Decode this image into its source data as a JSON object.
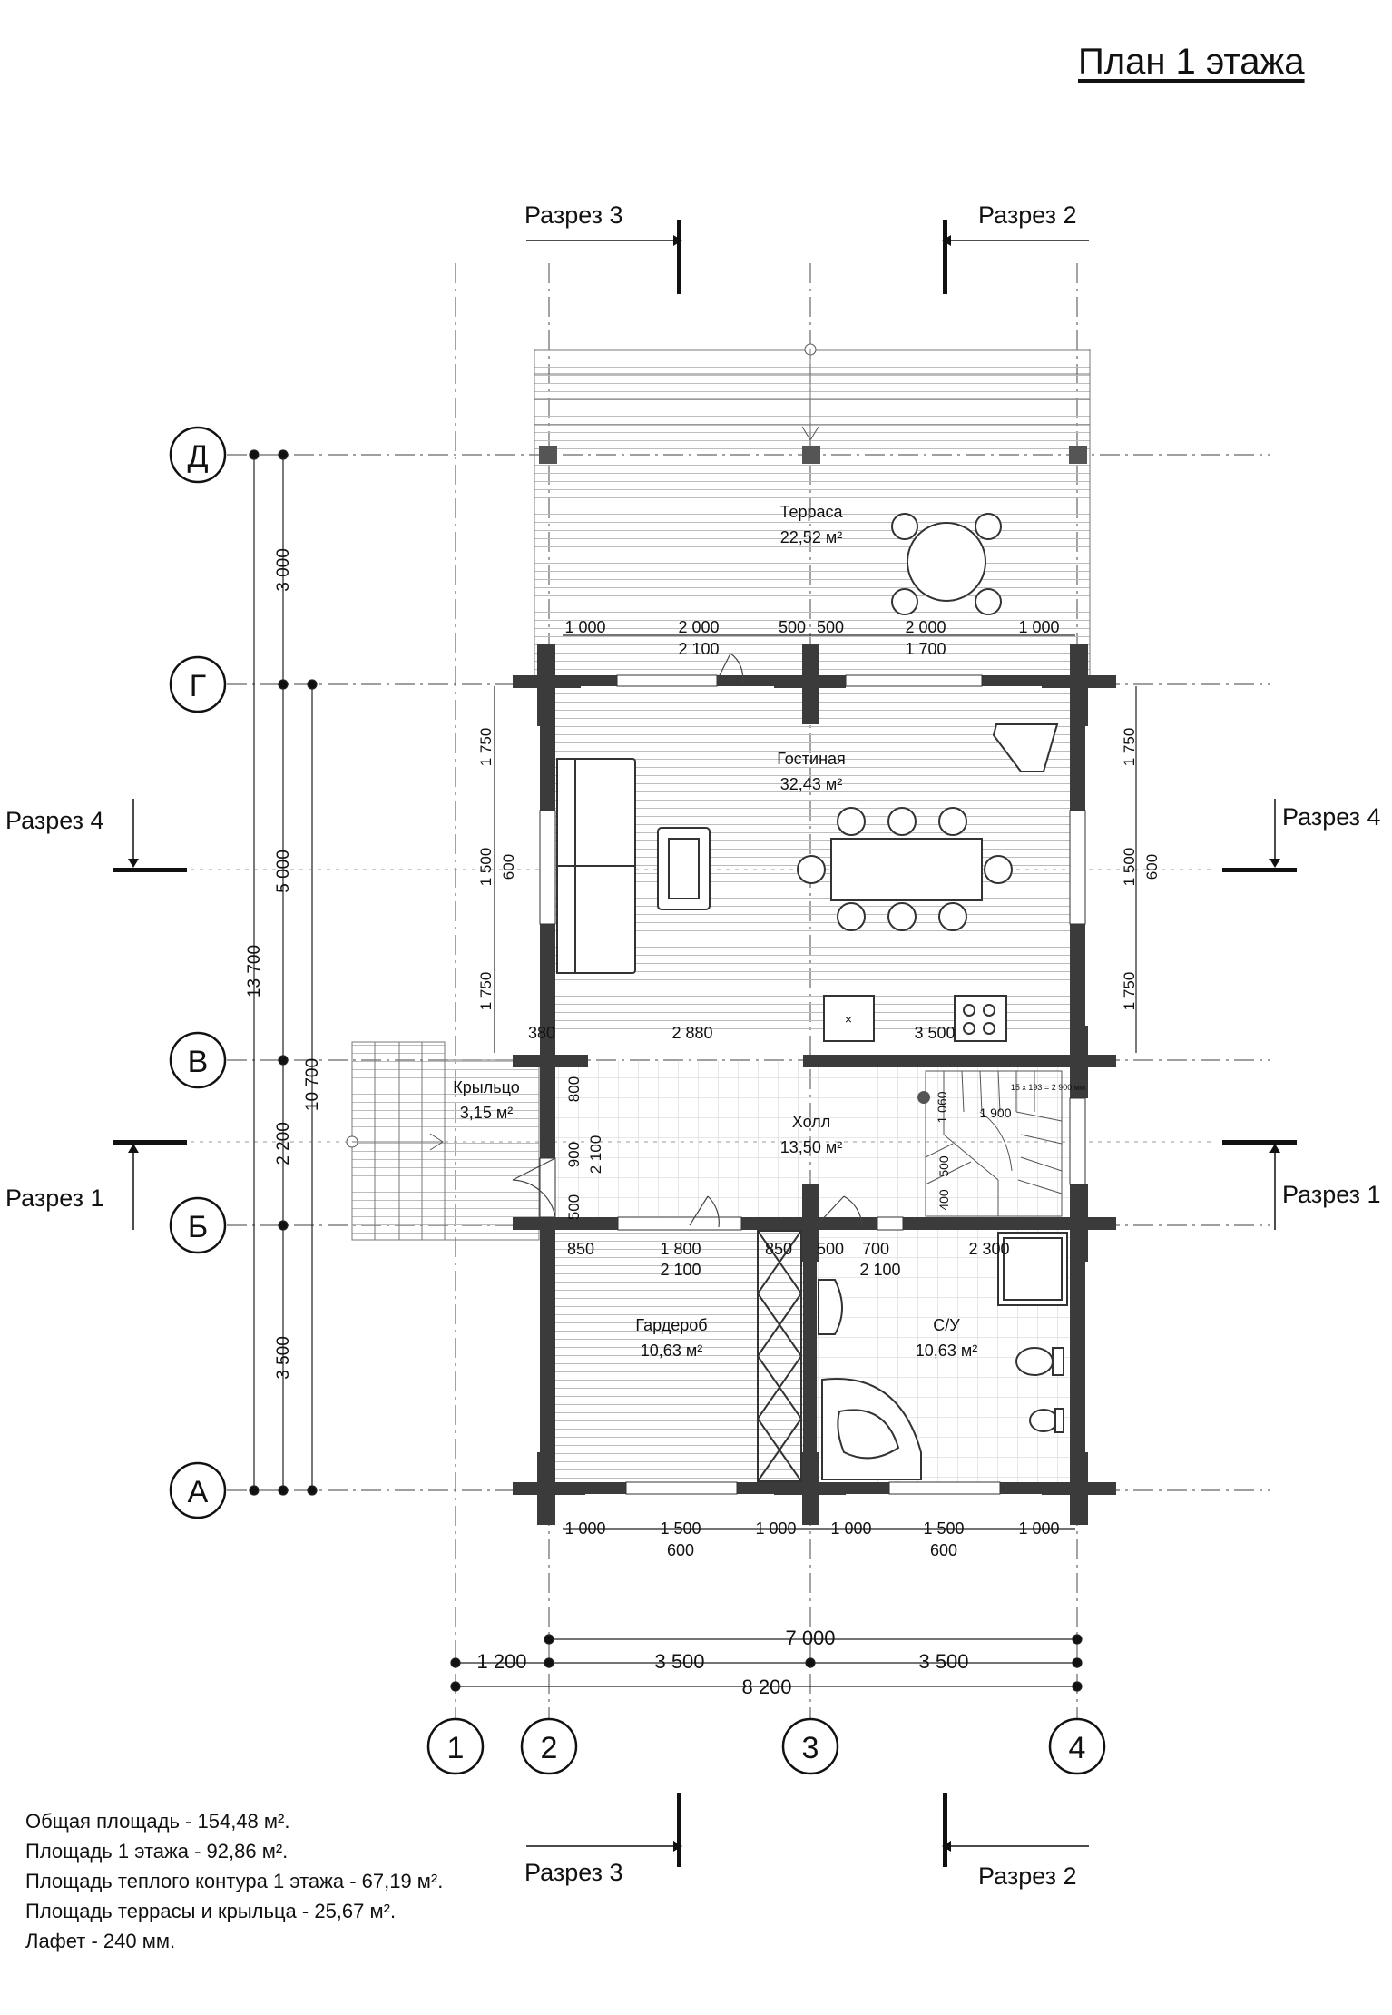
{
  "title": "План 1 этажа",
  "sections": {
    "s3": "Разрез 3",
    "s2": "Разрез 2",
    "s4": "Разрез 4",
    "s1": "Разрез 1"
  },
  "axes": {
    "rows": [
      "Д",
      "Г",
      "В",
      "Б",
      "А"
    ],
    "cols": [
      "1",
      "2",
      "3",
      "4"
    ]
  },
  "rooms": {
    "terrace": {
      "name": "Терраса",
      "area": "22,52 м²"
    },
    "living": {
      "name": "Гостиная",
      "area": "32,43 м²"
    },
    "porch": {
      "name": "Крыльцо",
      "area": "3,15 м²"
    },
    "hall": {
      "name": "Холл",
      "area": "13,50 м²"
    },
    "wardrobe": {
      "name": "Гардероб",
      "area": "10,63 м²"
    },
    "bath": {
      "name": "С/У",
      "area": "10,63 м²"
    }
  },
  "stairs_label": "15 х 193 = 2 900 мм",
  "dims": {
    "left_3000": "3 000",
    "left_5000": "5 000",
    "left_2200": "2 200",
    "left_3500": "3 500",
    "left_13700": "13 700",
    "left_10700": "10 700",
    "l_1750a": "1 750",
    "l_1500": "1 500",
    "l_600": "600",
    "l_1750b": "1 750",
    "l_800": "800",
    "l_900": "900",
    "l_2100": "2 100",
    "l_500": "500",
    "r_1750a": "1 750",
    "r_1500": "1 500",
    "r_600": "600",
    "r_1750b": "1 750",
    "top_1000a": "1 000",
    "top_2000a": "2 000",
    "top_2100": "2 100",
    "top_500a": "500",
    "top_500b": "500",
    "top_2000b": "2 000",
    "top_1700": "1 700",
    "top_1000b": "1 000",
    "v_380": "380",
    "v_2880": "2 880",
    "v_3500": "3 500",
    "st_1060": "1 060",
    "st_1900": "1 900",
    "st_500": "500",
    "st_400": "400",
    "b_850a": "850",
    "b_1800": "1 800",
    "b_2100a": "2 100",
    "b_850b": "850",
    "b_500": "500",
    "b_700": "700",
    "b_2100b": "2 100",
    "b_2300": "2 300",
    "a_1000a": "1 000",
    "a_1500a": "1 500",
    "a_600a": "600",
    "a_1000b": "1 000",
    "a_1000c": "1 000",
    "a_1500b": "1 500",
    "a_600b": "600",
    "a_1000d": "1 000",
    "bot_7000": "7 000",
    "bot_1200": "1 200",
    "bot_3500a": "3 500",
    "bot_3500b": "3 500",
    "bot_8200": "8 200"
  },
  "notes": [
    "Общая площадь - 154,48 м².",
    "Площадь 1 этажа - 92,86 м².",
    "Площадь теплого контура 1 этажа - 67,19 м².",
    "Площадь террасы и крыльца - 25,67 м².",
    "Лафет - 240 мм."
  ]
}
